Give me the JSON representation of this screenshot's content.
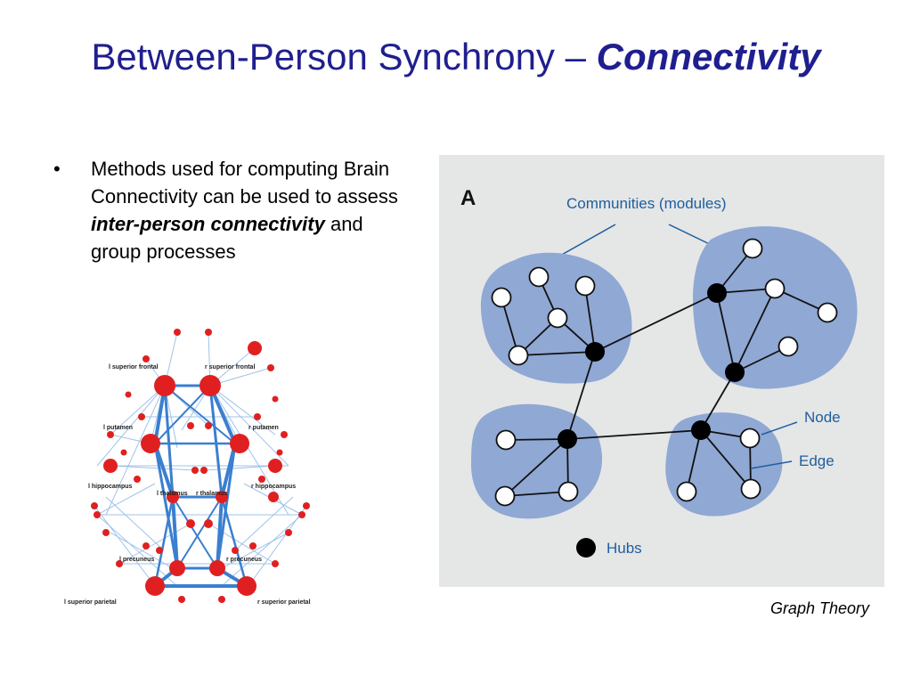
{
  "slide": {
    "title_prefix": "Between-Person Synchrony – ",
    "title_emphasis": "Connectivity",
    "bullet": {
      "marker": "•",
      "text_1": "Methods used for computing Brain Connectivity can be used to assess ",
      "emphasis": "inter-person connectivity",
      "text_2": " and group processes"
    },
    "caption": "Graph Theory"
  },
  "brain_figure": {
    "labels": {
      "l_sup_frontal": "l superior frontal",
      "r_sup_frontal": "r superior frontal",
      "l_putamen": "l putamen",
      "r_putamen": "r putamen",
      "l_hippocampus": "l hippocampus",
      "r_hippocampus": "r hippocampus",
      "l_thalamus": "l thalamus",
      "r_thalamus": "r thalamus",
      "l_precuneus": "l precuneus",
      "r_precuneus": "r precuneus",
      "l_sup_parietal": "l superior parietal",
      "r_sup_parietal": "r superior parietal"
    },
    "colors": {
      "node": "#e02020",
      "edge": "#3a7fd0",
      "edge_light": "#8fb9e6"
    }
  },
  "graph_figure": {
    "panel_letter": "A",
    "communities_label": "Communities (modules)",
    "node_label": "Node",
    "edge_label": "Edge",
    "hubs_label": "Hubs",
    "colors": {
      "background": "#e5e6e6",
      "community": "#8fa8d4",
      "hub": "#000000",
      "node": "#ffffff",
      "label": "#1f5fa0"
    }
  }
}
